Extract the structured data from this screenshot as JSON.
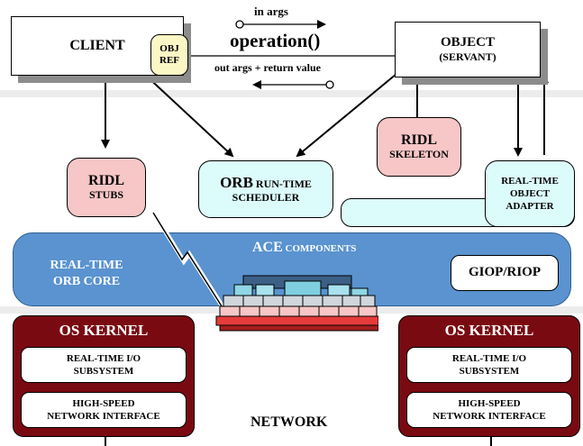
{
  "client": {
    "label": "CLIENT"
  },
  "objref": {
    "line1": "OBJ",
    "line2": "REF"
  },
  "operation": {
    "in_args": "in args",
    "label": "operation()",
    "out_args": "out args + return value"
  },
  "object": {
    "line1": "OBJECT",
    "line2": "(SERVANT)"
  },
  "ridl_stubs": {
    "line1": "RIDL",
    "line2": "STUBS"
  },
  "orb_scheduler": {
    "line1_big": "ORB",
    "line1_small": " RUN-TIME",
    "line2": "SCHEDULER"
  },
  "ridl_skeleton": {
    "line1": "RIDL",
    "line2": "SKELETON"
  },
  "rt_adapter": {
    "line1": "REAL-TIME",
    "line2": "OBJECT",
    "line3": "ADAPTER"
  },
  "core": {
    "line1": "REAL-TIME",
    "line2": "ORB CORE"
  },
  "ace": {
    "big": "ACE",
    "small": " COMPONENTS"
  },
  "giop": {
    "label": "GIOP/RIOP"
  },
  "kernel_left": {
    "title": "OS KERNEL",
    "io1": "REAL-TIME I/O",
    "io2": "SUBSYSTEM",
    "net1": "HIGH-SPEED",
    "net2": "NETWORK INTERFACE"
  },
  "kernel_right": {
    "title": "OS KERNEL",
    "io1": "REAL-TIME I/O",
    "io2": "SUBSYSTEM",
    "net1": "HIGH-SPEED",
    "net2": "NETWORK INTERFACE"
  },
  "network": {
    "label": "NETWORK"
  },
  "colors": {
    "pink": "#f7c6c6",
    "cyan": "#dcfbfb",
    "core_blue": "#5a93cf",
    "kernel_red": "#7a0a12",
    "shadow": "#8c8c8c"
  }
}
